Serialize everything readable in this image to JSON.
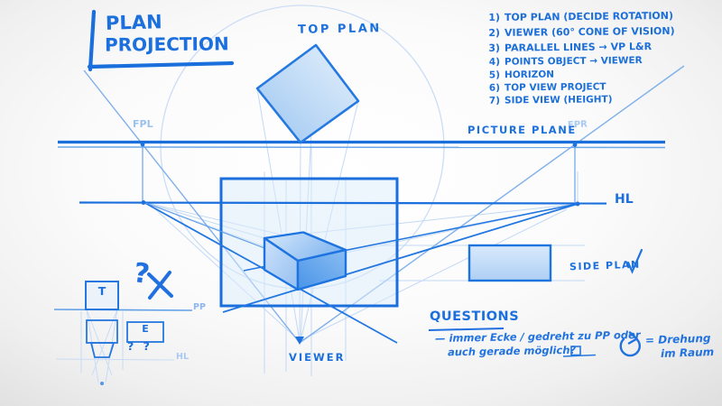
{
  "colors": {
    "ink": "#1b70dd",
    "ink_bold": "#2070df",
    "ink_light": "#9cc1ef",
    "construction": "#c2d9f5",
    "fill_light": "#dcebfb",
    "fill_mid": "#a9cdf3",
    "fill_dark": "#4a94e8"
  },
  "title": {
    "line1": "PLAN",
    "line2": "PROJECTION"
  },
  "steps": [
    {
      "num": "1)",
      "text": "TOP PLAN (DECIDE ROTATION)"
    },
    {
      "num": "2)",
      "text": "VIEWER (60° CONE OF VISION)"
    },
    {
      "num": "3)",
      "text": "PARALLEL LINES → VP L&R"
    },
    {
      "num": "4)",
      "text": "POINTS OBJECT → VIEWER"
    },
    {
      "num": "5)",
      "text": "HORIZON"
    },
    {
      "num": "6)",
      "text": "TOP VIEW PROJECT"
    },
    {
      "num": "7)",
      "text": "SIDE VIEW (HEIGHT)"
    }
  ],
  "labels": {
    "top_plan": "TOP PLAN",
    "fpl": "FPL",
    "fpr": "FPR",
    "picture_plane": "PICTURE PLANE",
    "horizon": "HL",
    "side_plan": "SIDE PLAN",
    "viewer": "VIEWER"
  },
  "mini_sketch": {
    "top_label": "T",
    "elevation_label": "E",
    "pp": "PP",
    "hl": "HL",
    "double_question": "? ?",
    "big_question": "?"
  },
  "questions": {
    "heading": "QUESTIONS",
    "line1": "— immer Ecke / gedreht zu PP oder",
    "line2": "auch gerade möglich?",
    "result": "= Drehung",
    "result2": "im Raum"
  }
}
